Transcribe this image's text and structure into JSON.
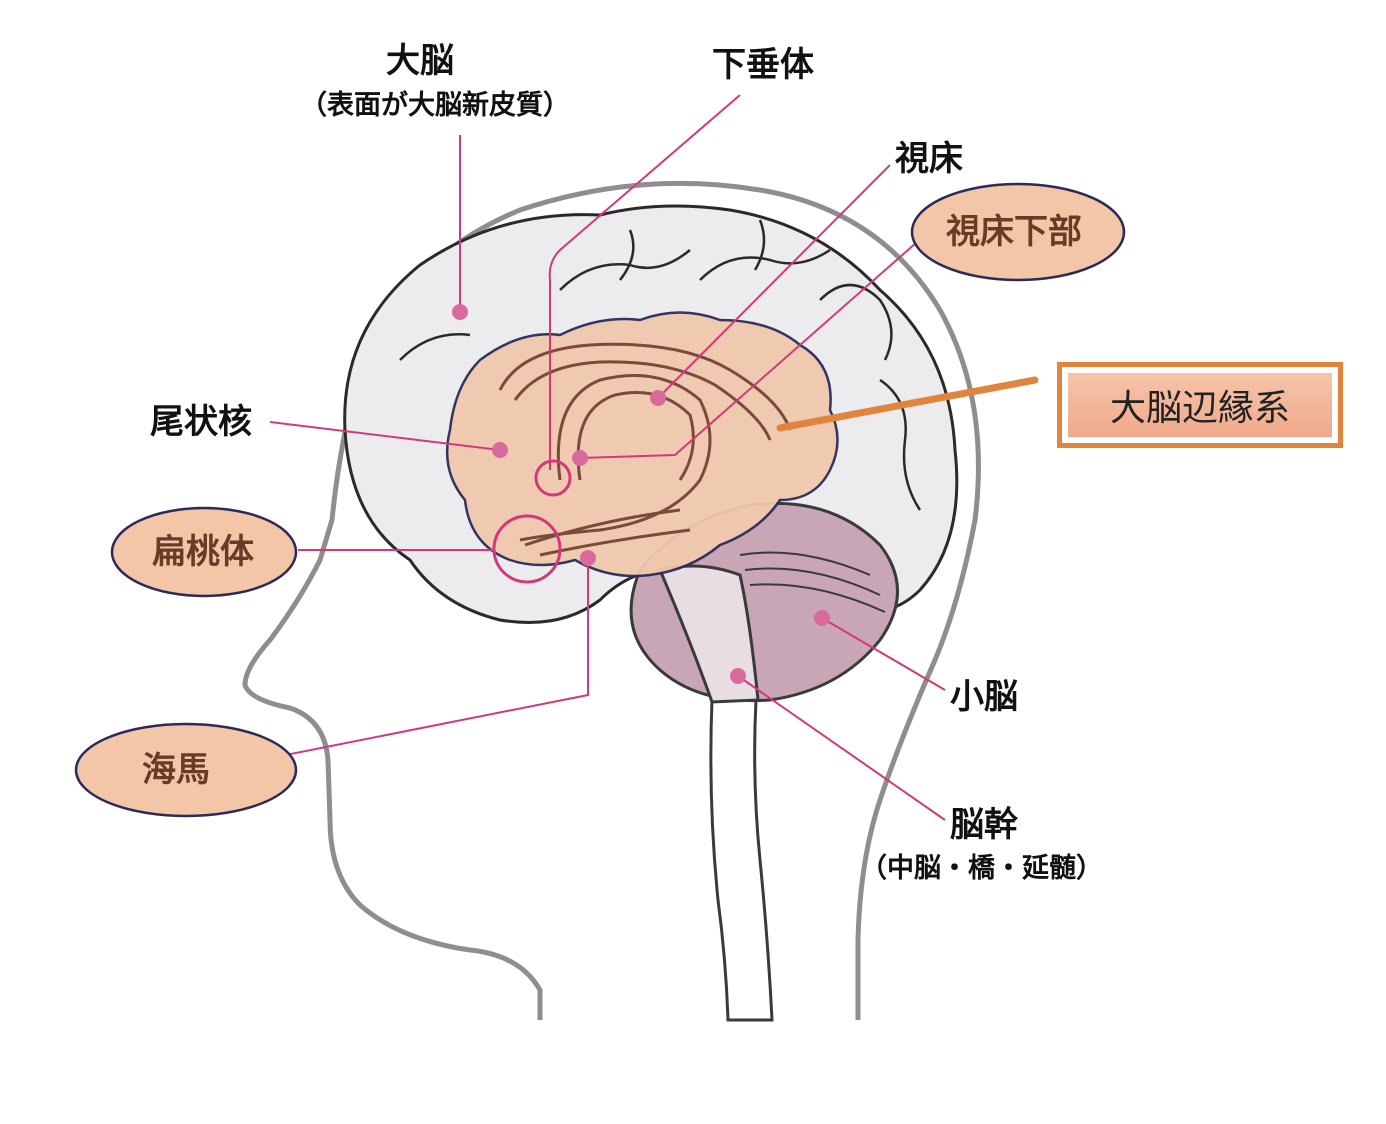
{
  "labels": {
    "cerebrum": "大脳",
    "cerebrum_sub": "（表面が大脳新皮質）",
    "pituitary": "下垂体",
    "thalamus": "視床",
    "hypothalamus": "視床下部",
    "limbic_system": "大脳辺縁系",
    "caudate": "尾状核",
    "amygdala": "扁桃体",
    "hippocampus": "海馬",
    "cerebellum": "小脳",
    "brainstem": "脳幹",
    "brainstem_sub": "（中脳・橋・延髄）"
  },
  "colors": {
    "head_outline": "#8e8e8e",
    "brain_fill": "#ececee",
    "limbic_fill": "#f1c9ad",
    "limbic_stroke": "#7a4a3a",
    "cerebellum_fill": "#c8a6b5",
    "brainstem_fill": "#e9dde4",
    "leader": "#d13a7a",
    "dot": "#d86a9c",
    "oval_fill": "#f4c6a8",
    "oval_stroke": "#2b2b5a",
    "oval_text": "#6b3a26",
    "accent_orange": "#e0843e"
  }
}
